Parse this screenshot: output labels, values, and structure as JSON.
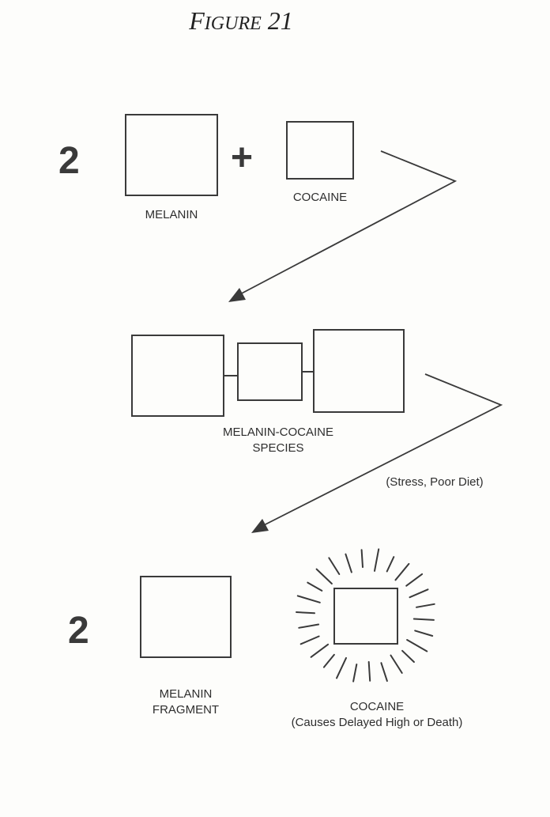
{
  "figure": {
    "title_first": "F",
    "title_rest": "IGURE",
    "title_number": "21"
  },
  "step1": {
    "coefficient": "2",
    "plus": "+",
    "melanin_label": "MELANIN",
    "cocaine_label": "COCAINE"
  },
  "step2": {
    "species_label_line1": "MELANIN-COCAINE",
    "species_label_line2": "SPECIES",
    "condition": "(Stress, Poor Diet)"
  },
  "step3": {
    "coefficient": "2",
    "fragment_label_line1": "MELANIN",
    "fragment_label_line2": "FRAGMENT",
    "cocaine_label": "COCAINE",
    "cocaine_effect": "(Causes Delayed High or Death)"
  }
}
